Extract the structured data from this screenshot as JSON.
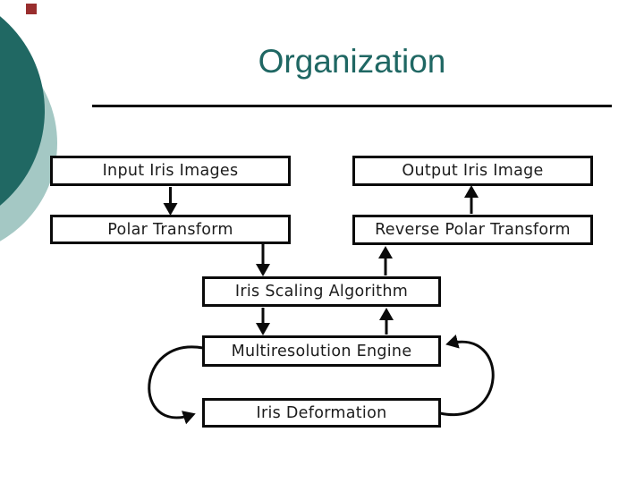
{
  "slide": {
    "title": "Organization",
    "title_color": "#1f6763",
    "background_color": "#ffffff"
  },
  "decor": {
    "dark_circle_color": "#206863",
    "light_circle_color": "#a4c8c4",
    "red_square_color": "#992e2e",
    "rule_color": "#050505"
  },
  "diagram": {
    "line_color": "#0a0a0a",
    "nodes": [
      {
        "id": "input-iris-images",
        "label": "Input Iris Images"
      },
      {
        "id": "output-iris-image",
        "label": "Output Iris Image"
      },
      {
        "id": "polar-transform",
        "label": "Polar Transform"
      },
      {
        "id": "reverse-polar-transform",
        "label": "Reverse Polar Transform"
      },
      {
        "id": "iris-scaling-algorithm",
        "label": "Iris Scaling Algorithm"
      },
      {
        "id": "multiresolution-engine",
        "label": "Multiresolution Engine"
      },
      {
        "id": "iris-deformation",
        "label": "Iris Deformation"
      }
    ],
    "edges": [
      {
        "from": "Input Iris Images",
        "to": "Polar Transform",
        "style": "straight-down"
      },
      {
        "from": "Polar Transform",
        "to": "Iris Scaling Algorithm",
        "style": "straight-down"
      },
      {
        "from": "Iris Scaling Algorithm",
        "to": "Reverse Polar Transform",
        "style": "straight-up"
      },
      {
        "from": "Reverse Polar Transform",
        "to": "Output Iris Image",
        "style": "straight-up"
      },
      {
        "from": "Iris Scaling Algorithm",
        "to": "Multiresolution Engine",
        "style": "straight-down"
      },
      {
        "from": "Multiresolution Engine",
        "to": "Iris Scaling Algorithm",
        "style": "straight-up"
      },
      {
        "from": "Multiresolution Engine",
        "to": "Iris Deformation",
        "style": "left-loop"
      },
      {
        "from": "Iris Deformation",
        "to": "Multiresolution Engine",
        "style": "right-loop"
      }
    ]
  }
}
